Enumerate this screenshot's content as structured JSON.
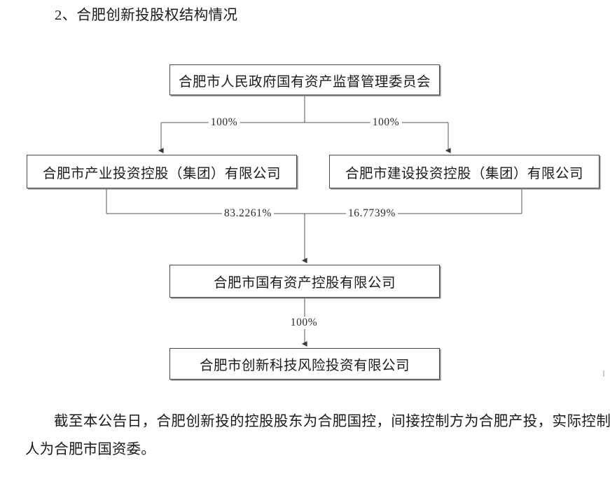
{
  "document": {
    "heading": "2、合肥创新投股权结构情况",
    "closing_paragraph": "截至本公告日，合肥创新投的控股股东为合肥国控，间接控制方为合肥产投，实际控制人为合肥市国资委。"
  },
  "chart_data": {
    "type": "diagram",
    "subtype": "org-ownership-chart",
    "title": "2、合肥创新投股权结构情况",
    "orientation": "top-down",
    "nodes": [
      {
        "id": "sasac",
        "label": "合肥市人民政府国有资产监督管理委员会",
        "level": 0
      },
      {
        "id": "chanto",
        "label": "合肥市产业投资控股（集团）有限公司",
        "level": 1
      },
      {
        "id": "jianto",
        "label": "合肥市建设投资控股（集团）有限公司",
        "level": 1
      },
      {
        "id": "guokong",
        "label": "合肥市国有资产控股有限公司",
        "level": 2
      },
      {
        "id": "chuang",
        "label": "合肥市创新科技风险投资有限公司",
        "level": 3
      }
    ],
    "edges": [
      {
        "from": "sasac",
        "to": "chanto",
        "label": "100%",
        "value": 100.0
      },
      {
        "from": "sasac",
        "to": "jianto",
        "label": "100%",
        "value": 100.0
      },
      {
        "from": "chanto",
        "to": "guokong",
        "label": "83.2261%",
        "value": 83.2261
      },
      {
        "from": "jianto",
        "to": "guokong",
        "label": "16.7739%",
        "value": 16.7739
      },
      {
        "from": "guokong",
        "to": "chuang",
        "label": "100%",
        "value": 100.0
      }
    ],
    "colors": {
      "box_border": "#4a4a4a",
      "box_shadow": "#8d8d8d",
      "connector": "#555555",
      "text": "#1b1b1b",
      "background": "#ffffff"
    }
  }
}
